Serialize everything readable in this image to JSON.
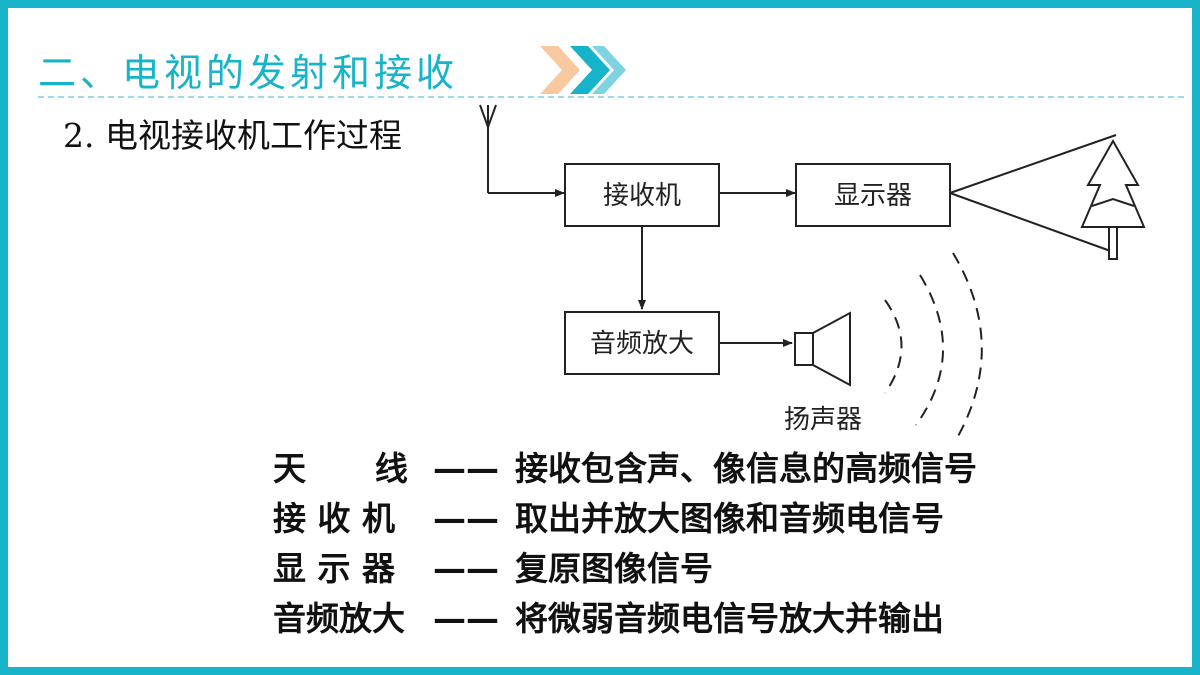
{
  "header": {
    "title": "二、电视的发射和接收",
    "chevron_colors": [
      "#f8c9a0",
      "#16b3c9"
    ]
  },
  "section": {
    "subtitle": "2. 电视接收机工作过程"
  },
  "diagram": {
    "nodes": {
      "receiver": "接收机",
      "display": "显示器",
      "audio_amp": "音频放大",
      "speaker": "扬声器"
    },
    "icons": [
      "antenna-icon",
      "speaker-icon",
      "tree-icon",
      "sound-wave-icon"
    ]
  },
  "descriptions": [
    {
      "term": "天      线",
      "dash": "——",
      "text": "接收包含声、像信息的高频信号"
    },
    {
      "term": "接 收 机",
      "dash": "——",
      "text": "取出并放大图像和音频电信号"
    },
    {
      "term": "显 示 器",
      "dash": "——",
      "text": "复原图像信号"
    },
    {
      "term": "音频放大",
      "dash": "——",
      "text": "将微弱音频电信号放大并输出"
    }
  ],
  "colors": {
    "frame": "#16b3c9",
    "title": "#16b3c9",
    "text": "#111111"
  }
}
